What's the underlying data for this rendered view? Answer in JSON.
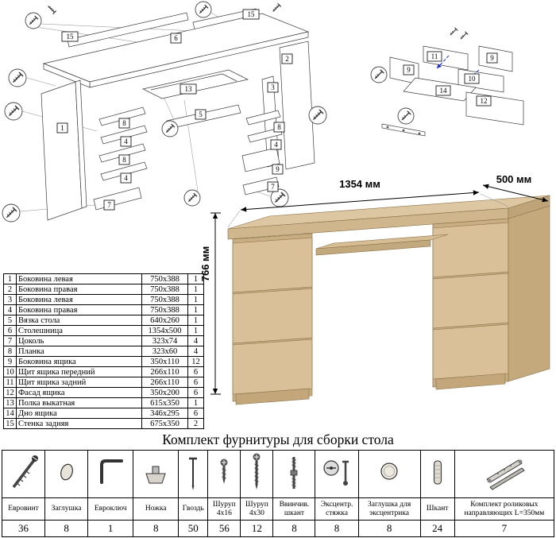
{
  "heading": "Комплект фурнитуры для сборки стола",
  "dimensions": {
    "width": "1354 мм",
    "depth": "500 мм",
    "height": "766 мм"
  },
  "parts": {
    "rows": [
      {
        "num": "1",
        "name": "Боковина левая",
        "size": "750x388",
        "qty": "1"
      },
      {
        "num": "2",
        "name": "Боковина правая",
        "size": "750x388",
        "qty": "1"
      },
      {
        "num": "3",
        "name": "Боковина левая",
        "size": "750x388",
        "qty": "1"
      },
      {
        "num": "4",
        "name": "Боковина правая",
        "size": "750x388",
        "qty": "1"
      },
      {
        "num": "5",
        "name": "Вязка стола",
        "size": "640x260",
        "qty": "1"
      },
      {
        "num": "6",
        "name": "Столешница",
        "size": "1354x500",
        "qty": "1"
      },
      {
        "num": "7",
        "name": "Цоколь",
        "size": "323x74",
        "qty": "4"
      },
      {
        "num": "8",
        "name": "Планка",
        "size": "323x60",
        "qty": "4"
      },
      {
        "num": "9",
        "name": "Боковина ящика",
        "size": "350x110",
        "qty": "12"
      },
      {
        "num": "10",
        "name": "Щит ящика передний",
        "size": "266x110",
        "qty": "6"
      },
      {
        "num": "11",
        "name": "Щит ящика задний",
        "size": "266x110",
        "qty": "6"
      },
      {
        "num": "12",
        "name": "Фасад ящика",
        "size": "350x200",
        "qty": "6"
      },
      {
        "num": "13",
        "name": "Полка выкатная",
        "size": "615x350",
        "qty": "1"
      },
      {
        "num": "14",
        "name": "Дно ящика",
        "size": "346x295",
        "qty": "6"
      },
      {
        "num": "15",
        "name": "Стенка задняя",
        "size": "675x350",
        "qty": "2"
      }
    ]
  },
  "hardware": {
    "items": [
      {
        "icon": "euro-screw-icon",
        "name": "Евровинт",
        "qty": "36"
      },
      {
        "icon": "plug-icon",
        "name": "Заглушка",
        "qty": "8"
      },
      {
        "icon": "hex-key-icon",
        "name": "Евроключ",
        "qty": "1"
      },
      {
        "icon": "leg-icon",
        "name": "Ножка",
        "qty": "8"
      },
      {
        "icon": "nail-icon",
        "name": "Гвоздь",
        "qty": "50"
      },
      {
        "icon": "screw-4x16-icon",
        "name": "Шуруп 4x16",
        "qty": "56"
      },
      {
        "icon": "screw-4x30-icon",
        "name": "Шуруп 4x30",
        "qty": "12"
      },
      {
        "icon": "dowel-screw-icon",
        "name": "Ввинчив. шкант",
        "qty": "8"
      },
      {
        "icon": "cam-lock-icon",
        "name": "Эксцентр. стяжка",
        "qty": "8"
      },
      {
        "icon": "cam-cover-icon",
        "name": "Заглушка для эксцентрика",
        "qty": "8"
      },
      {
        "icon": "dowel-icon",
        "name": "Шкант",
        "qty": "24"
      },
      {
        "icon": "roller-guides-icon",
        "name": "Комплект роликовых направляющих L=350мм",
        "qty": "7"
      }
    ]
  },
  "diagram_main": {
    "labels": [
      "15",
      "6",
      "15",
      "1",
      "8",
      "4",
      "8",
      "4",
      "7",
      "13",
      "2",
      "3",
      "8",
      "4",
      "9",
      "7",
      "5"
    ]
  },
  "diagram_drawer": {
    "labels": [
      "11",
      "9",
      "9",
      "10",
      "14",
      "12"
    ]
  }
}
